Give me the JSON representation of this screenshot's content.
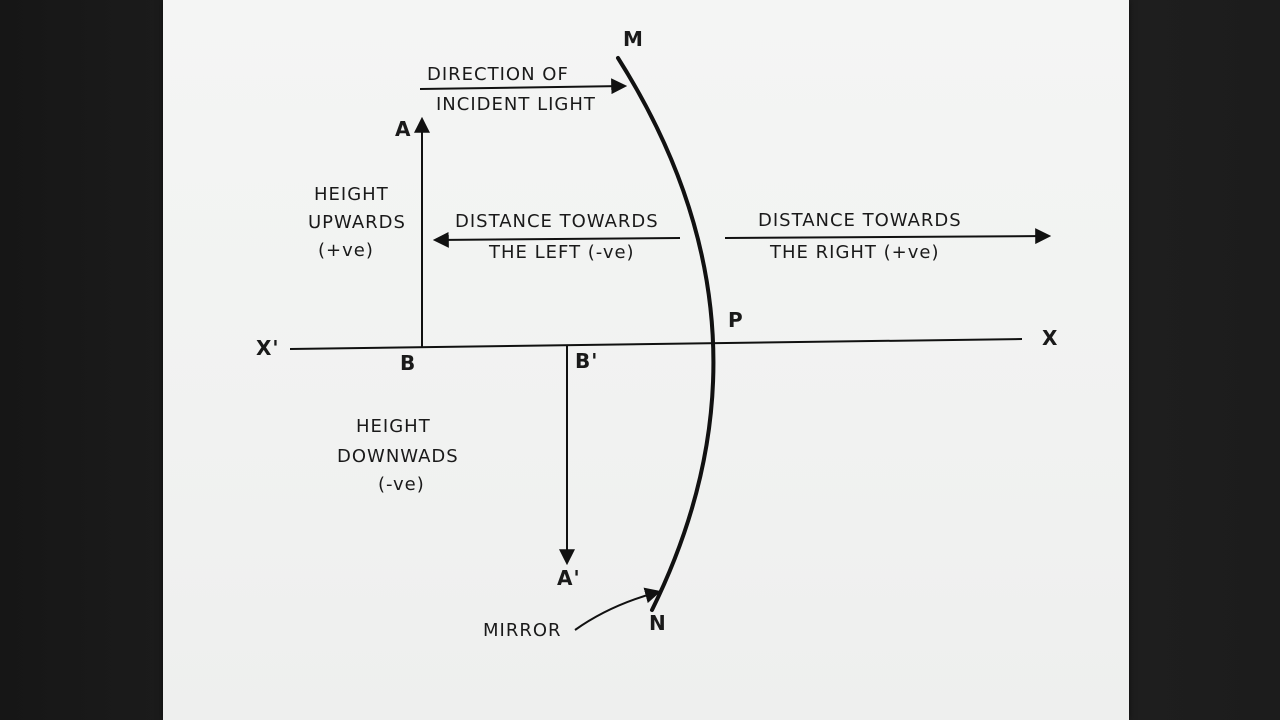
{
  "labels": {
    "M": "M",
    "N": "N",
    "A": "A",
    "A_prime": "A'",
    "B": "B",
    "B_prime": "B'",
    "P": "P",
    "X": "X",
    "X_prime": "X'"
  },
  "text": {
    "incident_line1": "DIRECTION OF",
    "incident_line2": "INCIDENT LIGHT",
    "height_up_line1": "HEIGHT",
    "height_up_line2": "UPWARDS",
    "height_up_line3": "(+ve)",
    "dist_left_line1": "DISTANCE TOWARDS",
    "dist_left_line2": "THE LEFT (-ve)",
    "dist_right_line1": "DISTANCE TOWARDS",
    "dist_right_line2": "THE RIGHT (+ve)",
    "height_down_line1": "HEIGHT",
    "height_down_line2": "DOWNWADS",
    "height_down_line3": "(-ve)",
    "mirror": "MIRROR"
  }
}
